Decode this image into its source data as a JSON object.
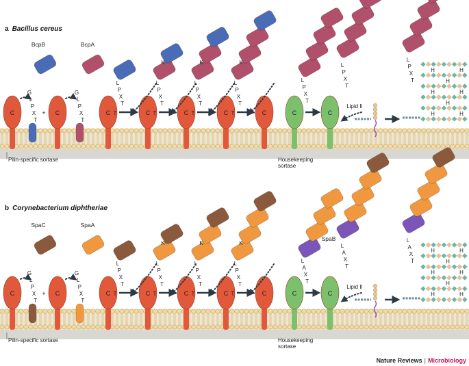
{
  "panels": [
    {
      "letter": "a",
      "organism": "Bacillus cereus",
      "minor_pilin": "BcpB",
      "major_pilin": "BcpA",
      "pilin_sortase_label": "Pilin-specific sortase",
      "housekeeping_label_line1": "Housekeeping",
      "housekeeping_label_line2": "sortase",
      "lipid_label": "Lipid II",
      "minor_color": "#4a6bb5",
      "major_color": "#b0506a",
      "anchor_color": "#4a6bb5",
      "anchor_subunit": "minor"
    },
    {
      "letter": "b",
      "organism": "Corynebacterium diphtheriae",
      "tip_pilin": "SpaC",
      "major_pilin": "SpaA",
      "base_pilin": "SpaB",
      "pilin_sortase_label": "Pilin-specific sortase",
      "housekeeping_label_line1": "Housekeeping",
      "housekeeping_label_line2": "sortase",
      "lipid_label": "Lipid II",
      "tip_color": "#8b5a3c",
      "major_color": "#f0983f",
      "base_color": "#7b55b8",
      "anchor_color": "#8b5a3c"
    }
  ],
  "glyphs": {
    "cys": "C",
    "thr": "T",
    "lys": "K",
    "plus": "+",
    "motif_lpxtg": [
      "T",
      "X",
      "P",
      "L",
      "G"
    ],
    "motif_lpxt": [
      "T",
      "X",
      "P",
      "L"
    ],
    "motif_laxt": [
      "T",
      "X",
      "A",
      "L"
    ],
    "peptidoglycan_bond": "H"
  },
  "colors": {
    "sortase": "#e2583a",
    "housekeeping": "#7cc06c",
    "membrane_head": "#f2dca6",
    "membrane_edge": "#c9a866",
    "pg_teal": "#67b8a9",
    "pg_tan": "#e8c48f",
    "lipid_chain": "#6a8ba0"
  },
  "credit": {
    "journal": "Nature Reviews",
    "separator": "|",
    "section": "Microbiology"
  }
}
